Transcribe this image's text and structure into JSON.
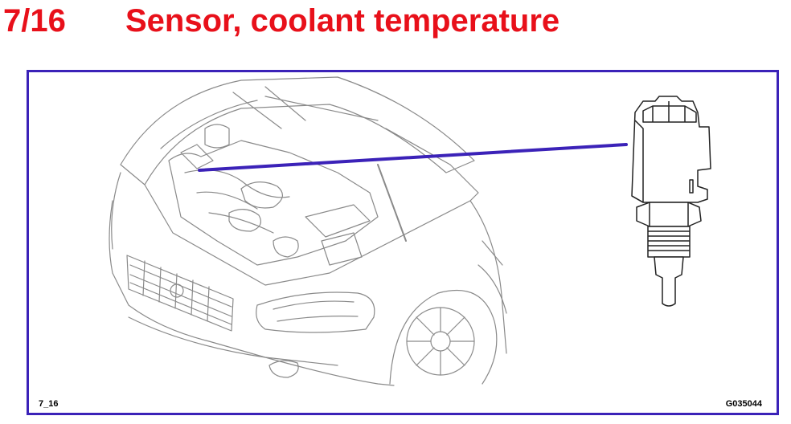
{
  "header": {
    "number": "7/16",
    "title": "Sensor, coolant temperature"
  },
  "figure": {
    "left_code": "7_16",
    "right_code": "G035044",
    "colors": {
      "title": "#e8101a",
      "frame": "#3b22b8",
      "pointer": "#3b22b8",
      "linework": "#7a7a7a"
    }
  }
}
